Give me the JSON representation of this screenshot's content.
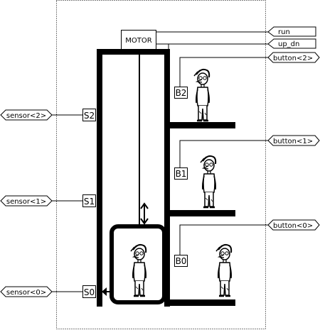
{
  "motor": {
    "label": "MOTOR"
  },
  "outputs": [
    {
      "label": "run"
    },
    {
      "label": "up_dn"
    }
  ],
  "floor_buttons": [
    {
      "port": "button<2>",
      "box": "B2"
    },
    {
      "port": "button<1>",
      "box": "B1"
    },
    {
      "port": "button<0>",
      "box": "B0"
    }
  ],
  "floor_sensors": [
    {
      "port": "sensor<2>",
      "box": "S2"
    },
    {
      "port": "sensor<1>",
      "box": "S1"
    },
    {
      "port": "sensor<0>",
      "box": "S0"
    }
  ]
}
